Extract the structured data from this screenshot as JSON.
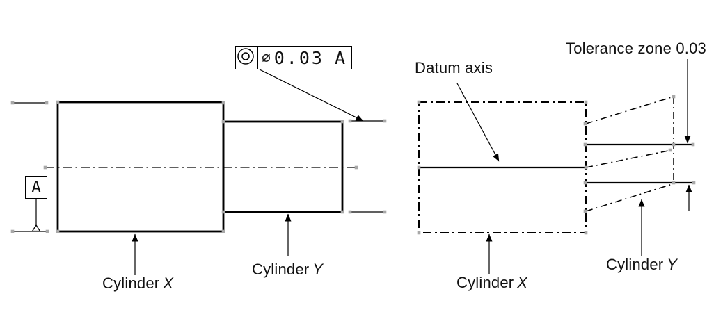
{
  "colors": {
    "line": "#000000",
    "handle": "#a8a8a8",
    "text": "#111111",
    "background": "#ffffff"
  },
  "feature_control_frame": {
    "symbol_name": "concentricity-symbol",
    "diameter_symbol": "⌀",
    "tolerance_value": "0.03",
    "datum_reference": "A"
  },
  "datum_feature_label": "A",
  "left_view": {
    "cylinder_x_label": {
      "name": "Cylinder",
      "id": "X"
    },
    "cylinder_y_label": {
      "name": "Cylinder",
      "id": "Y"
    }
  },
  "right_view": {
    "datum_axis_label": "Datum axis",
    "tolerance_zone_label": "Tolerance zone 0.03",
    "cylinder_x_label": {
      "name": "Cylinder",
      "id": "X"
    },
    "cylinder_y_label": {
      "name": "Cylinder",
      "id": "Y"
    }
  }
}
